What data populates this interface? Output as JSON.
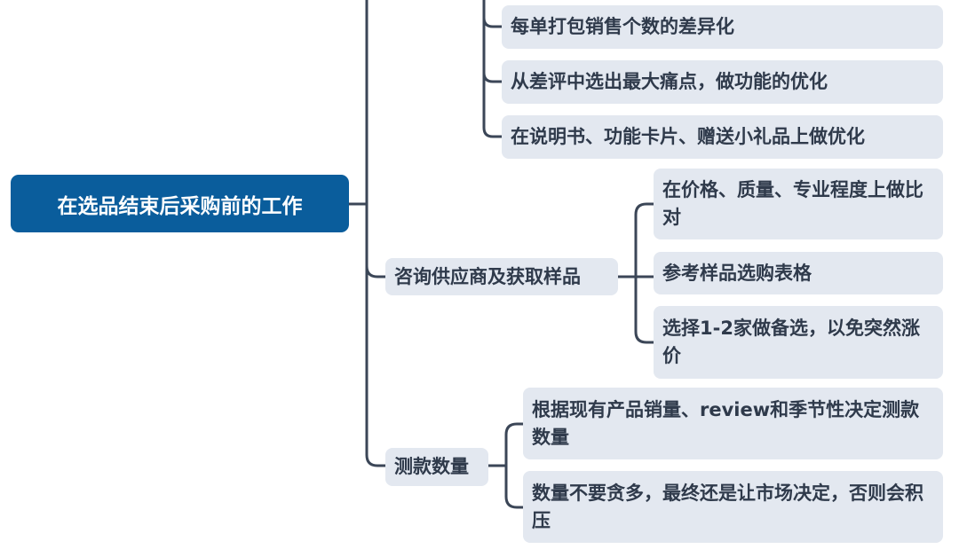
{
  "root": {
    "label": "在选品结束后采购前的工作",
    "color": "#0a5d9c"
  },
  "branch_top": {
    "children": [
      "每单打包销售个数的差异化",
      "从差评中选出最大痛点，做功能的优化",
      "在说明书、功能卡片、赠送小礼品上做优化"
    ]
  },
  "branch_supplier": {
    "label": "咨询供应商及获取样品",
    "children": [
      "在价格、质量、专业程度上做比对",
      "参考样品选购表格",
      "选择1-2家做备选，以免突然涨价"
    ]
  },
  "branch_test": {
    "label": "测款数量",
    "children": [
      "根据现有产品销量、review和季节性决定测款数量",
      "数量不要贪多，最终还是让市场决定，否则会积压"
    ]
  }
}
